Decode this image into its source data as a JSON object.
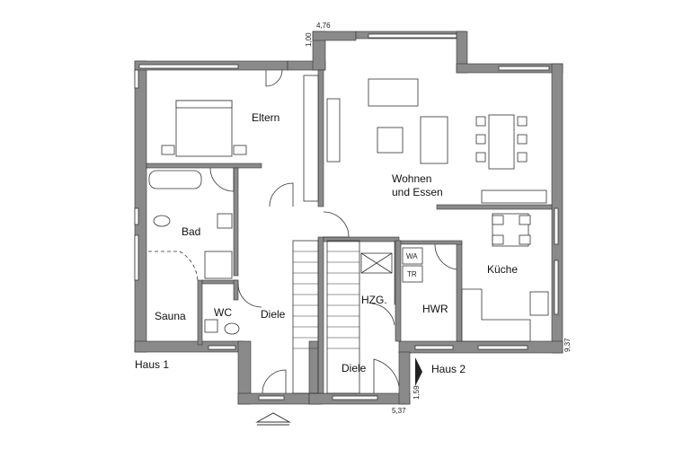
{
  "rooms": {
    "eltern": "Eltern",
    "wohnen_1": "Wohnen",
    "wohnen_2": "und  Essen",
    "bad": "Bad",
    "kueche": "Küche",
    "hzg": "HZG.",
    "hwr": "HWR",
    "sauna": "Sauna",
    "wc": "WC",
    "diele_left": "Diele",
    "diele_right": "Diele"
  },
  "houses": {
    "haus_1": "Haus  1",
    "haus_2": "Haus  2"
  },
  "dimensions": {
    "top": "4,76",
    "top_small": "1,00",
    "right": "9,37",
    "bottom": "5,37",
    "bottom_small": "1,59"
  },
  "appliances": {
    "wa": "WA",
    "tr": "TR"
  },
  "colors": {
    "wall": "#8a8a8a",
    "line": "#333333"
  }
}
